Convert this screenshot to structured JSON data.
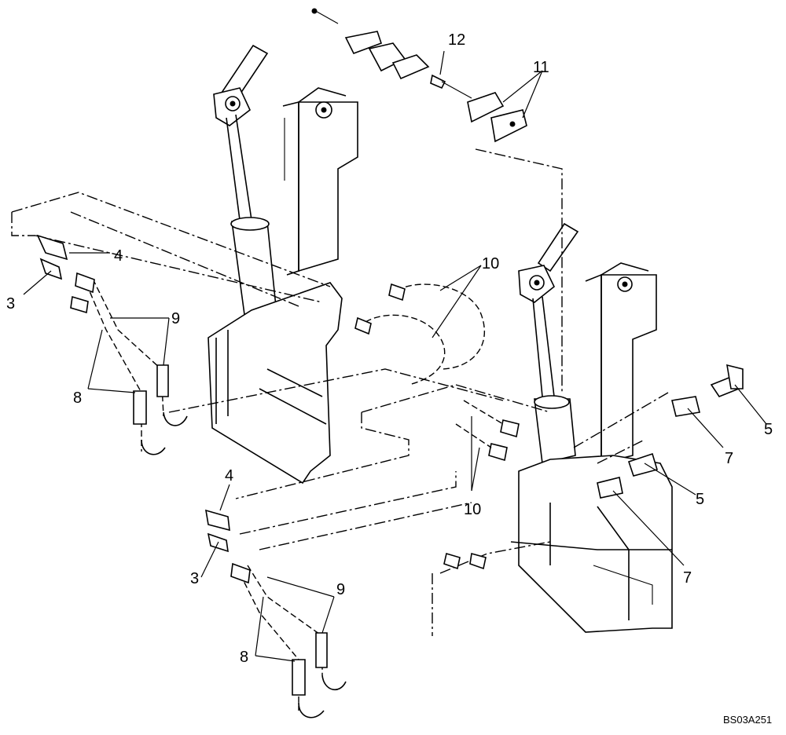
{
  "callouts": {
    "c12": "12",
    "c11": "11",
    "c10a": "10",
    "c10b": "10",
    "c9a": "9",
    "c9b": "9",
    "c8a": "8",
    "c8b": "8",
    "c7a": "7",
    "c7b": "7",
    "c5a": "5",
    "c5b": "5",
    "c4a": "4",
    "c4b": "4",
    "c3a": "3",
    "c3b": "3"
  },
  "drawing_code": "BS03A251"
}
